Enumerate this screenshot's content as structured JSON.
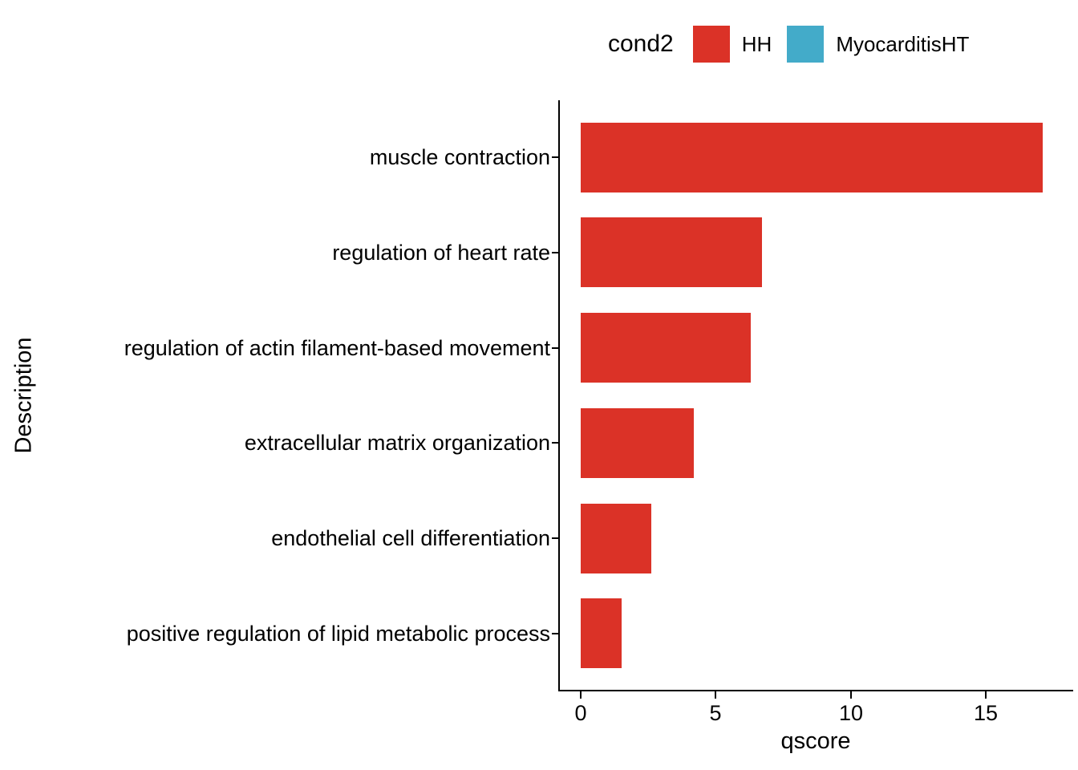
{
  "chart_data": {
    "type": "bar",
    "orientation": "horizontal",
    "title": "",
    "xlabel": "qscore",
    "ylabel": "Description",
    "categories": [
      "muscle contraction",
      "regulation of heart rate",
      "regulation of actin filament-based movement",
      "extracellular matrix organization",
      "endothelial cell differentiation",
      "positive regulation of lipid metabolic process"
    ],
    "series": [
      {
        "name": "HH",
        "color": "#DB3227",
        "values": [
          17.1,
          6.7,
          6.3,
          4.2,
          2.6,
          1.5
        ]
      }
    ],
    "x_ticks": [
      0,
      5,
      10,
      15
    ],
    "xlim": [
      0,
      18.2
    ],
    "grid": false,
    "legend": {
      "title": "cond2",
      "position": "top",
      "items": [
        {
          "label": "HH",
          "color": "#DB3227"
        },
        {
          "label": "MyocarditisHT",
          "color": "#43ABC9"
        }
      ]
    },
    "colors": {
      "axis": "#000000",
      "text": "#000000",
      "background": "#ffffff"
    }
  }
}
